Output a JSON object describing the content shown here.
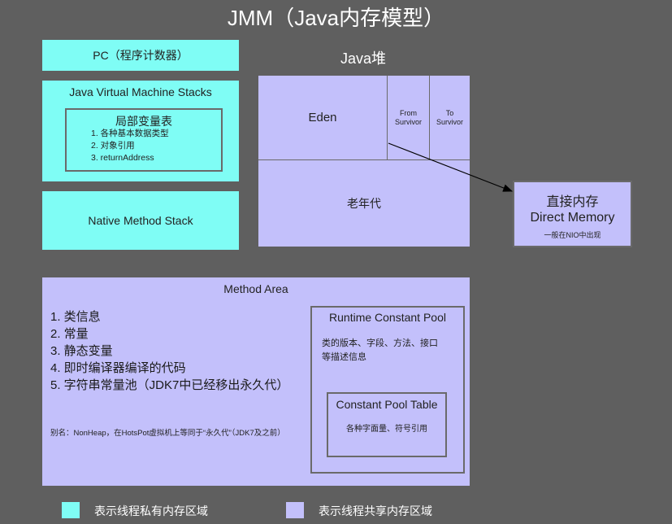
{
  "title": "JMM（Java内存模型）",
  "pc": {
    "label": "PC（程序计数器）"
  },
  "jvm_stacks": {
    "label": "Java Virtual Machine Stacks",
    "local_vars": {
      "title": "局部变量表",
      "items": [
        "1. 各种基本数据类型",
        "2. 对象引用",
        "3. returnAddress"
      ]
    }
  },
  "native_stack": {
    "label": "Native Method Stack"
  },
  "heap": {
    "label": "Java堆",
    "eden": "Eden",
    "from_survivor": [
      "From",
      "Survivor"
    ],
    "to_survivor": [
      "To",
      "Survivor"
    ],
    "old_gen": "老年代"
  },
  "direct_memory": {
    "title_cn": "直接内存",
    "title_en": "Direct Memory",
    "note": "一般在NIO中出现"
  },
  "method_area": {
    "label": "Method Area",
    "items": [
      "1. 类信息",
      "2. 常量",
      "3. 静态变量",
      "4. 即时编译器编译的代码",
      "5. 字符串常量池（JDK7中已经移出永久代）"
    ],
    "alias": "别名：NonHeap，在HotsPot虚拟机上等同于“永久代”（JDK7及之前）",
    "runtime_pool": {
      "title": "Runtime Constant Pool",
      "desc_line1": "类的版本、字段、方法、接口",
      "desc_line2": "等描述信息",
      "table": {
        "title": "Constant Pool Table",
        "desc": "各种字面量、符号引用"
      }
    }
  },
  "legend": {
    "private": {
      "label": "表示线程私有内存区域",
      "color": "#7ffdf5"
    },
    "shared": {
      "label": "表示线程共享内存区域",
      "color": "#c3c0fb"
    }
  }
}
